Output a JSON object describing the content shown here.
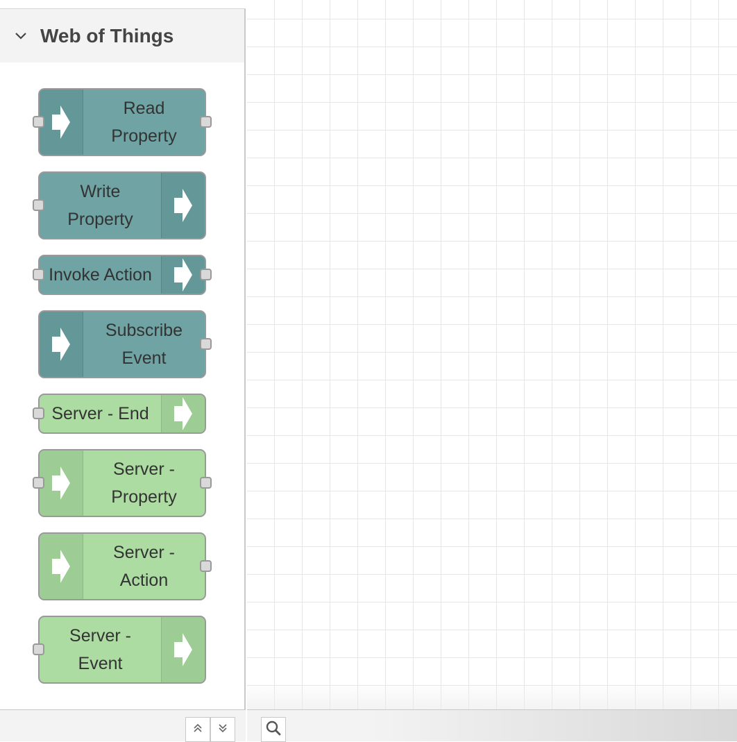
{
  "palette": {
    "category": {
      "title": "Web of Things",
      "icon": "chevron-down-icon"
    },
    "nodes": [
      {
        "label": "Read\nProperty",
        "color": "#6fa3a4",
        "icon": "arrow-right-icon"
      },
      {
        "label": "Write\nProperty",
        "color": "#6fa3a4",
        "icon": "arrow-right-icon"
      },
      {
        "label": "Invoke Action",
        "color": "#6fa3a4",
        "icon": "arrow-right-icon"
      },
      {
        "label": "Subscribe\nEvent",
        "color": "#6fa3a4",
        "icon": "arrow-right-icon"
      },
      {
        "label": "Server - End",
        "color": "#acdca2",
        "icon": "arrow-right-icon"
      },
      {
        "label": "Server -\nProperty",
        "color": "#acdca2",
        "icon": "arrow-right-icon"
      },
      {
        "label": "Server -\nAction",
        "color": "#acdca2",
        "icon": "arrow-right-icon"
      },
      {
        "label": "Server -\nEvent",
        "color": "#acdca2",
        "icon": "arrow-right-icon"
      }
    ],
    "footer": {
      "collapse_icon": "double-chevron-up-icon",
      "expand_icon": "double-chevron-down-icon"
    }
  },
  "workspace": {
    "footer": {
      "search_icon": "search-icon"
    }
  }
}
